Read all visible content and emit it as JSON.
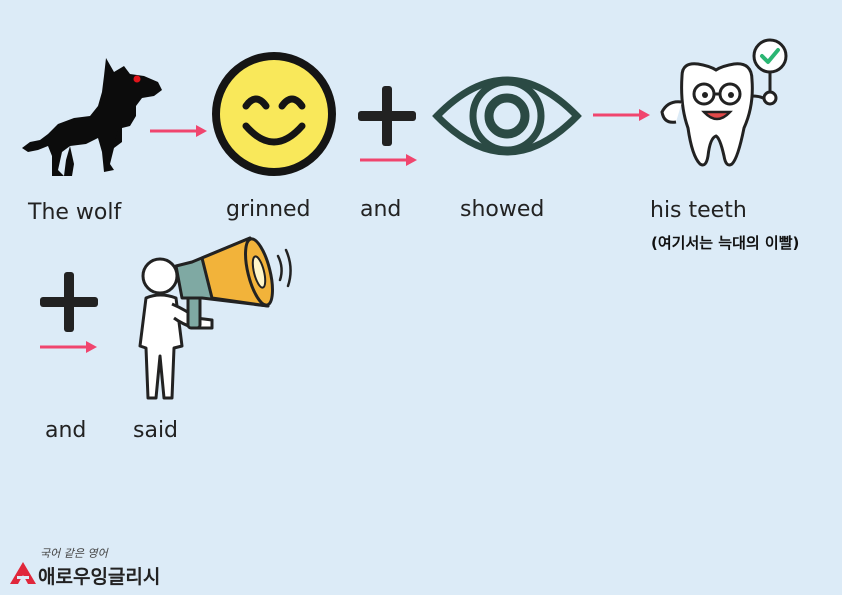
{
  "words": {
    "the_wolf": "The wolf",
    "grinned": "grinned",
    "and_1": "and",
    "showed": "showed",
    "his_teeth": "his teeth",
    "his_teeth_note": "(여기서는 늑대의 이빨)",
    "and_2": "and",
    "said": "said"
  },
  "logo": {
    "tagline": "국어 같은 영어",
    "name": "애로우잉글리시"
  },
  "colors": {
    "background": "#dcebf7",
    "arrow": "#f0456e",
    "smiley_face": "#f9e85a",
    "eye": "#2b4a44",
    "megaphone": "#f2b33a"
  },
  "icons": {
    "wolf": "wolf-icon",
    "smiley": "smiley-face-icon",
    "plus": "plus-icon",
    "eye": "eye-icon",
    "tooth": "tooth-character-icon",
    "speaker": "person-megaphone-icon",
    "arrow": "right-arrow-icon"
  }
}
